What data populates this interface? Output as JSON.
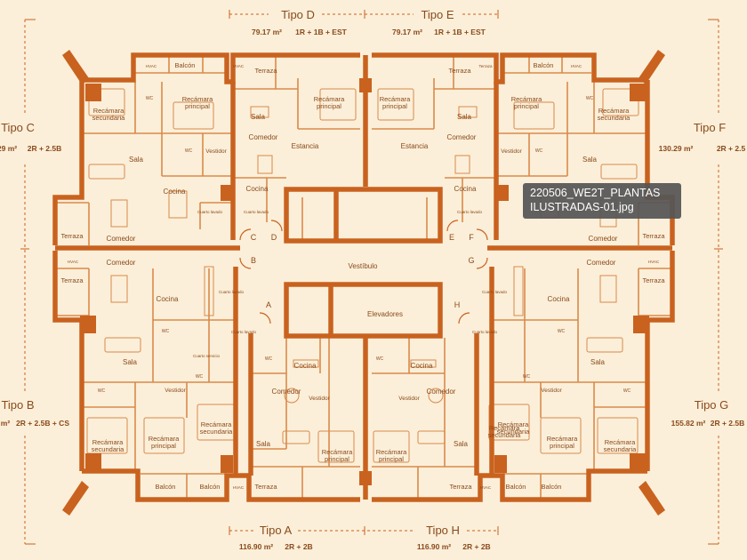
{
  "image_viewer": {
    "filename_line1": "220506_WE2T_PLANTAS",
    "filename_line2": "ILUSTRADAS-01.jpg"
  },
  "colors": {
    "background": "#fbefd9",
    "wall": "#c9621f",
    "room_line": "#d98a4a",
    "text": "#8a4a1c"
  },
  "units": [
    {
      "id": "tipo-d",
      "name": "Tipo D",
      "area": "79.17 m²",
      "program": "1R + 1B + EST"
    },
    {
      "id": "tipo-e",
      "name": "Tipo E",
      "area": "79.17 m²",
      "program": "1R + 1B + EST"
    },
    {
      "id": "tipo-c",
      "name": "Tipo C",
      "area": "29 m²",
      "program": "2R + 2.5B"
    },
    {
      "id": "tipo-f",
      "name": "Tipo F",
      "area": "130.29 m²",
      "program": "2R + 2.5"
    },
    {
      "id": "tipo-b",
      "name": "Tipo B",
      "area": "m²",
      "program": "2R + 2.5B + CS"
    },
    {
      "id": "tipo-g",
      "name": "Tipo G",
      "area": "155.82 m²",
      "program": "2R + 2.5B"
    },
    {
      "id": "tipo-a",
      "name": "Tipo A",
      "area": "116.90 m²",
      "program": "2R + 2B"
    },
    {
      "id": "tipo-h",
      "name": "Tipo H",
      "area": "116.90 m²",
      "program": "2R + 2B"
    }
  ],
  "core": {
    "vestibulo": "Vestíbulo",
    "elevadores": "Elevadores"
  },
  "door_letters": [
    "A",
    "B",
    "C",
    "D",
    "E",
    "F",
    "G",
    "H"
  ],
  "rooms": [
    {
      "id": "tl-balcon",
      "text": "Balcón"
    },
    {
      "id": "tl-hvac",
      "text": "HVAC"
    },
    {
      "id": "tl-wc",
      "text": "WC"
    },
    {
      "id": "tl-rec-sec",
      "text": "Recámara secundaria"
    },
    {
      "id": "tl-rec-pri",
      "text": "Recámara principal"
    },
    {
      "id": "tl-wc2",
      "text": "WC"
    },
    {
      "id": "tl-vestidor",
      "text": "Vestidor"
    },
    {
      "id": "tl-sala",
      "text": "Sala"
    },
    {
      "id": "tl-cocina",
      "text": "Cocina"
    },
    {
      "id": "tl-comedor",
      "text": "Comedor"
    },
    {
      "id": "tl-terraza",
      "text": "Terraza"
    },
    {
      "id": "tl-cuarto",
      "text": "Cuarto lavado"
    },
    {
      "id": "d-hvac",
      "text": "HVAC"
    },
    {
      "id": "d-terraza",
      "text": "Terraza"
    },
    {
      "id": "d-sala",
      "text": "Sala"
    },
    {
      "id": "d-rec",
      "text": "Recámara principal"
    },
    {
      "id": "d-comedor",
      "text": "Comedor"
    },
    {
      "id": "d-estancia",
      "text": "Estancia"
    },
    {
      "id": "d-cocina",
      "text": "Cocina"
    },
    {
      "id": "d-cuarto",
      "text": "Cuarto lavado"
    },
    {
      "id": "e-terraza",
      "text": "Terraza"
    },
    {
      "id": "e-rec",
      "text": "Recámara principal"
    },
    {
      "id": "e-estancia",
      "text": "Estancia"
    },
    {
      "id": "e-comedor",
      "text": "Comedor"
    },
    {
      "id": "e-sala",
      "text": "Sala"
    },
    {
      "id": "e-cocina",
      "text": "Cocina"
    },
    {
      "id": "e-cuarto",
      "text": "Cuarto lavado"
    },
    {
      "id": "tr-terraza",
      "text": "Terraza"
    },
    {
      "id": "tr-balcon",
      "text": "Balcón"
    },
    {
      "id": "tr-hvac",
      "text": "HVAC"
    },
    {
      "id": "tr-rec-pri",
      "text": "Recámara principal"
    },
    {
      "id": "tr-wc",
      "text": "WC"
    },
    {
      "id": "tr-rec-sec",
      "text": "Recámara secundaria"
    },
    {
      "id": "tr-vestidor",
      "text": "Vestidor"
    },
    {
      "id": "tr-wc2",
      "text": "WC"
    },
    {
      "id": "tr-sala",
      "text": "Sala"
    },
    {
      "id": "tr-comedor",
      "text": "Comedor"
    },
    {
      "id": "tr-terraza2",
      "text": "Terraza"
    },
    {
      "id": "bl-hvac",
      "text": "HVAC"
    },
    {
      "id": "bl-comedor",
      "text": "Comedor"
    },
    {
      "id": "bl-terraza",
      "text": "Terraza"
    },
    {
      "id": "bl-cocina",
      "text": "Cocina"
    },
    {
      "id": "bl-cuarto",
      "text": "Cuarto lavado"
    },
    {
      "id": "bl-wc",
      "text": "WC"
    },
    {
      "id": "bl-cuarto2",
      "text": "Cuarto servicio"
    },
    {
      "id": "bl-sala",
      "text": "Sala"
    },
    {
      "id": "bl-wc2",
      "text": "WC"
    },
    {
      "id": "bl-wc3",
      "text": "WC"
    },
    {
      "id": "bl-vestidor",
      "text": "Vestidor"
    },
    {
      "id": "bl-rec-sec",
      "text": "Recámara secundaria"
    },
    {
      "id": "bl-rec-pri",
      "text": "Recámara principal"
    },
    {
      "id": "bl-balcon",
      "text": "Balcón"
    },
    {
      "id": "a-balcon",
      "text": "Balcón"
    },
    {
      "id": "a-hvac",
      "text": "HVAC"
    },
    {
      "id": "a-cuarto",
      "text": "Cuarto lavado"
    },
    {
      "id": "a-cocina",
      "text": "Cocina"
    },
    {
      "id": "a-wc",
      "text": "WC"
    },
    {
      "id": "a-comedor",
      "text": "Comedor"
    },
    {
      "id": "a-vestidor",
      "text": "Vestidor"
    },
    {
      "id": "a-rec-sec",
      "text": "Recámara secundaria"
    },
    {
      "id": "a-sala",
      "text": "Sala"
    },
    {
      "id": "a-rec-pri",
      "text": "Recámara principal"
    },
    {
      "id": "a-terraza",
      "text": "Terraza"
    },
    {
      "id": "h-cocina",
      "text": "Cocina"
    },
    {
      "id": "h-wc",
      "text": "WC"
    },
    {
      "id": "h-vestidor",
      "text": "Vestidor"
    },
    {
      "id": "h-comedor",
      "text": "Comedor"
    },
    {
      "id": "h-rec-pri",
      "text": "Recámara principal"
    },
    {
      "id": "h-sala",
      "text": "Sala"
    },
    {
      "id": "h-rec-sec",
      "text": "Recámara secundaria"
    },
    {
      "id": "h-terraza",
      "text": "Terraza"
    },
    {
      "id": "h-hvac",
      "text": "HVAC"
    },
    {
      "id": "h-balcon",
      "text": "Balcón"
    },
    {
      "id": "h-cuarto",
      "text": "Cuarto lavado"
    },
    {
      "id": "br-comedor",
      "text": "Comedor"
    },
    {
      "id": "br-hvac",
      "text": "HVAC"
    },
    {
      "id": "br-terraza",
      "text": "Terraza"
    },
    {
      "id": "br-cocina",
      "text": "Cocina"
    },
    {
      "id": "br-cuarto",
      "text": "Cuarto lavado"
    },
    {
      "id": "br-wc",
      "text": "WC"
    },
    {
      "id": "br-sala",
      "text": "Sala"
    },
    {
      "id": "br-wc2",
      "text": "WC"
    },
    {
      "id": "br-vestidor",
      "text": "Vestidor"
    },
    {
      "id": "br-wc3",
      "text": "WC"
    },
    {
      "id": "br-rec-sec",
      "text": "Recámara secundaria"
    },
    {
      "id": "br-rec-pri",
      "text": "Recámara principal"
    },
    {
      "id": "br-rec-sec2",
      "text": "Recámara secundaria"
    },
    {
      "id": "br-balcon",
      "text": "Balcón"
    }
  ]
}
